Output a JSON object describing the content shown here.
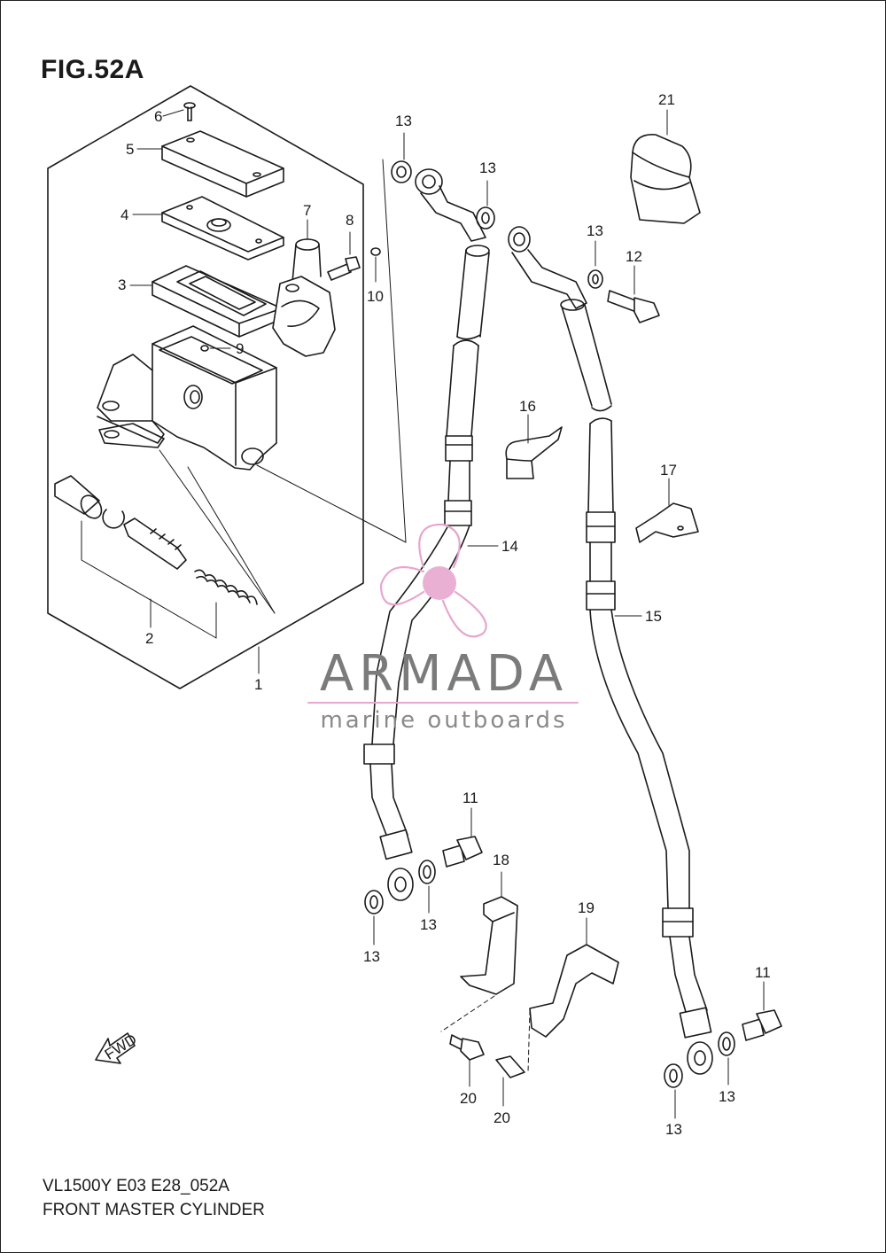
{
  "figure": {
    "title": "FIG.52A"
  },
  "footer": {
    "code": "VL1500Y E03 E28_052A",
    "name": "FRONT MASTER CYLINDER"
  },
  "watermark": {
    "brand": "ARMADA",
    "tagline": "marine outboards",
    "accent_color": "#e7a6cf",
    "text_color": "#7b7b7b"
  },
  "arrow": {
    "label": "FWD"
  },
  "callouts": [
    {
      "id": "c6",
      "text": "6"
    },
    {
      "id": "c5",
      "text": "5"
    },
    {
      "id": "c4",
      "text": "4"
    },
    {
      "id": "c7",
      "text": "7"
    },
    {
      "id": "c8",
      "text": "8"
    },
    {
      "id": "c3",
      "text": "3"
    },
    {
      "id": "c10",
      "text": "10"
    },
    {
      "id": "c9",
      "text": "9"
    },
    {
      "id": "c2",
      "text": "2"
    },
    {
      "id": "c1",
      "text": "1"
    },
    {
      "id": "c13a",
      "text": "13"
    },
    {
      "id": "c13b",
      "text": "13"
    },
    {
      "id": "c21",
      "text": "21"
    },
    {
      "id": "c13c",
      "text": "13"
    },
    {
      "id": "c12",
      "text": "12"
    },
    {
      "id": "c16",
      "text": "16"
    },
    {
      "id": "c17",
      "text": "17"
    },
    {
      "id": "c14",
      "text": "14"
    },
    {
      "id": "c15",
      "text": "15"
    },
    {
      "id": "c11a",
      "text": "11"
    },
    {
      "id": "c18",
      "text": "18"
    },
    {
      "id": "c13d",
      "text": "13"
    },
    {
      "id": "c13e",
      "text": "13"
    },
    {
      "id": "c19",
      "text": "19"
    },
    {
      "id": "c11b",
      "text": "11"
    },
    {
      "id": "c20a",
      "text": "20"
    },
    {
      "id": "c20b",
      "text": "20"
    },
    {
      "id": "c13f",
      "text": "13"
    },
    {
      "id": "c13g",
      "text": "13"
    }
  ]
}
